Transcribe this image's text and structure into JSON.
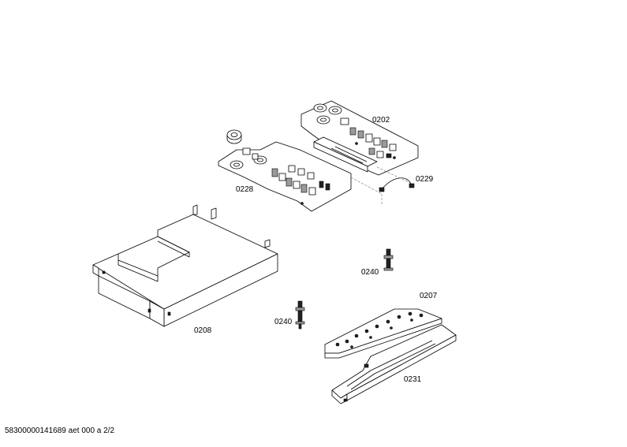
{
  "parts": [
    {
      "label": "0202"
    },
    {
      "label": "0228"
    },
    {
      "label": "0229"
    },
    {
      "label": "0240"
    },
    {
      "label": "0207"
    },
    {
      "label": "0240"
    },
    {
      "label": "0208"
    },
    {
      "label": "0231"
    }
  ],
  "footer": "58300000141689 aet 000 a 2/2"
}
